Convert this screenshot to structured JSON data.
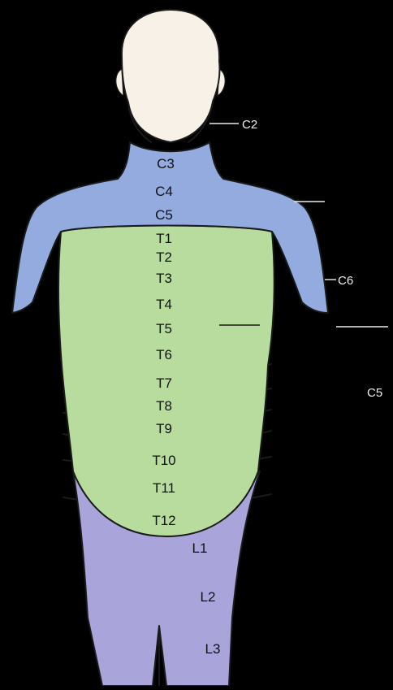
{
  "colors": {
    "background": "#000000",
    "cervical": "#93abdf",
    "thoracic": "#b7dc9e",
    "lumbar": "#a9a5db",
    "sacral": "#f0a489",
    "head": "#f7f1e8",
    "outline": "#1a1a1a"
  },
  "dermatomes": {
    "cervical": [
      "C3",
      "C4",
      "C5"
    ],
    "thoracic": [
      "T1",
      "T2",
      "T3",
      "T4",
      "T5",
      "T6",
      "T7",
      "T8",
      "T9",
      "T10",
      "T11",
      "T12"
    ],
    "lumbar": [
      "L1",
      "L2",
      "L3"
    ]
  },
  "side_labels": {
    "neck": "C2",
    "arm": "C6",
    "far": "C5"
  }
}
